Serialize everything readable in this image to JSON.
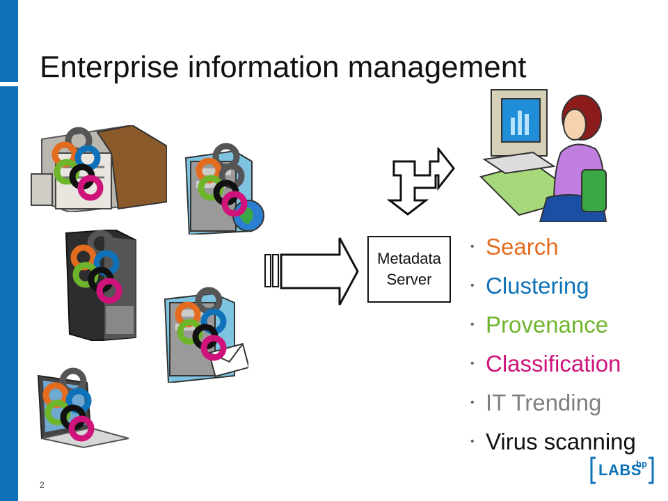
{
  "slide": {
    "title": "Enterprise information management",
    "page_number": "2"
  },
  "metadata_server": {
    "line1": "Metadata",
    "line2": "Server"
  },
  "features": [
    {
      "label": "Search",
      "color": "#e36c1f"
    },
    {
      "label": "Clustering",
      "color": "#0f72b8"
    },
    {
      "label": "Provenance",
      "color": "#6fb52c"
    },
    {
      "label": "Classification",
      "color": "#d0137a"
    },
    {
      "label": "IT Trending",
      "color": "#7f7f7f"
    },
    {
      "label": "Virus scanning",
      "color": "#111111"
    }
  ],
  "logo": {
    "text": "LABS",
    "superscript": "hp"
  },
  "icons": {
    "arrow": "right-arrow-icon",
    "bidirectional": "exchange-arrows-icon"
  }
}
